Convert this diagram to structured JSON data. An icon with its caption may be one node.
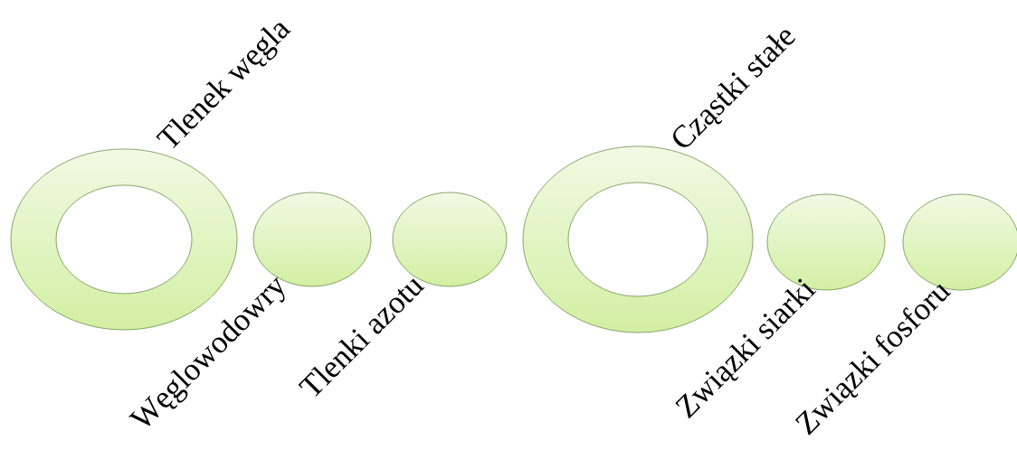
{
  "diagram": {
    "nodes": [
      {
        "text": [
          "Tlenek węgla"
        ]
      },
      {
        "text": [
          "Węglowodowry"
        ]
      },
      {
        "text": [
          "Tlenki azotu"
        ]
      },
      {
        "text": [
          "Cząstki stałe"
        ]
      },
      {
        "text": [
          "Związki siarki"
        ]
      },
      {
        "text": [
          "Związki fosforu"
        ]
      }
    ]
  }
}
